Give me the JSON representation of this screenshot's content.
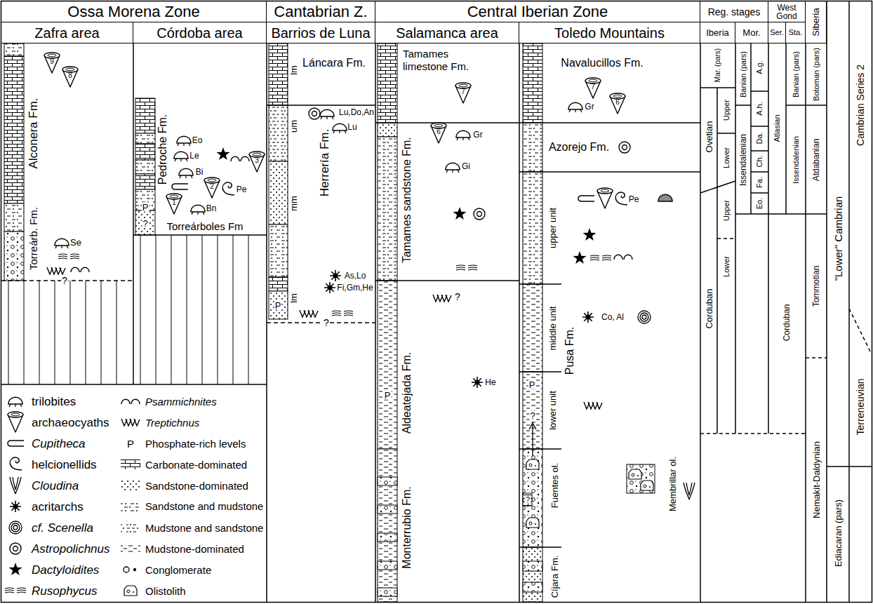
{
  "diagram": {
    "nodes": [
      {
        "text": [
          "Ossa Morena Zone"
        ]
      },
      {
        "text": [
          "Cantabrian Z."
        ]
      },
      {
        "text": [
          "Central Iberian Zone"
        ]
      },
      {
        "text": [
          "Reg. stages"
        ]
      },
      {
        "text": [
          "West Gond"
        ]
      },
      {
        "text": [
          "Siberia"
        ]
      },
      {
        "text": [
          "Zafra area"
        ]
      },
      {
        "text": [
          "Córdoba area"
        ]
      },
      {
        "text": [
          "Barrios de Luna"
        ]
      },
      {
        "text": [
          "Salamanca area"
        ]
      },
      {
        "text": [
          "Toledo Mountains"
        ]
      },
      {
        "text": [
          "Iberia"
        ]
      },
      {
        "text": [
          "Mor."
        ]
      },
      {
        "text": [
          "Ser."
        ]
      },
      {
        "text": [
          "Sta."
        ]
      }
    ],
    "labels": [
      "Alconera Fm.",
      "Torreárb. Fm.",
      "9",
      "8",
      "Se",
      "?",
      "Pedroche Fm.",
      "Torreárboles Fm",
      "P",
      "?",
      "Eo",
      "Le",
      "3",
      "Bi",
      "2",
      "Pe",
      "1",
      "Bn",
      "Láncara Fm.",
      "lm",
      "Herrería Fm.",
      "um",
      "mm",
      "Lu,Do,An",
      "Lu",
      "As,Lo",
      "Fi,Gm,He",
      "P",
      "lm",
      "?",
      "Tamames limestone Fm.",
      "7",
      "6",
      "Gr",
      "Gi",
      "Tamames sandstone Fm.",
      "?",
      "He",
      "Aldeatejada Fm.",
      "P",
      "Monterrubio Fm.",
      "Navalucillos Fm.",
      "7",
      "Gr",
      "6",
      "Azorejo Fm.",
      "upper unit",
      "Pe",
      "Co, Al",
      "middle unit",
      "Pusa Fm.",
      "lower unit",
      "P",
      "?",
      "Fuentes ol.",
      "?",
      "Cíjara Fm.",
      "Membrillar ol.",
      "Mar. (pars)",
      "Ovetian",
      "Upper",
      "Lower",
      "Corduban",
      "Upper",
      "Lower",
      "Banian (pars)",
      "Issendalenian",
      "A.g.",
      "A.h.",
      "Da.",
      "Ch.",
      "Fa.",
      "Eo.",
      "Atlasian",
      "Banian (pars)",
      "Issendalenian",
      "Corduban",
      "Botoman (pars)",
      "Atdabanian",
      "Tommotian",
      "Nemakit-Daldynian",
      "\"Lower\" Cambrian",
      "Ediacaran (pars)",
      "Cambrian Series 2",
      "Terreneuvian",
      "P"
    ],
    "legend": [
      {
        "text": "trilobites"
      },
      {
        "text": "archaeocyaths"
      },
      {
        "text": "Cupitheca"
      },
      {
        "text": "helcionellids"
      },
      {
        "text": "Cloudina"
      },
      {
        "text": "acritarchs"
      },
      {
        "text": "cf. Scenella"
      },
      {
        "text": "Astropolichnus"
      },
      {
        "text": "Dactyloidites"
      },
      {
        "text": "Rusophycus"
      },
      {
        "text": "Psammichnites"
      },
      {
        "text": "Treptichnus"
      },
      {
        "text": "Phosphate-rich levels"
      },
      {
        "text": "Carbonate-dominated"
      },
      {
        "text": "Sandstone-dominated"
      },
      {
        "text": "Sandstone and mudstone"
      },
      {
        "text": "Mudstone and sandstone"
      },
      {
        "text": "Mudstone-dominated"
      },
      {
        "text": "Conglomerate"
      },
      {
        "text": "Olistolith"
      }
    ]
  }
}
